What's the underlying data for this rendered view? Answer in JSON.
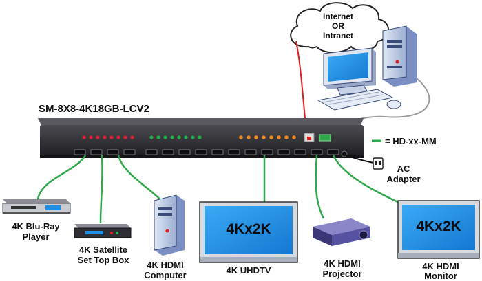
{
  "device": {
    "model": "SM-8X8-4K18GB-LCV2"
  },
  "cloud": {
    "line1": "Internet",
    "line2": "OR",
    "line3": "Intranet"
  },
  "legend": {
    "text": "= HD-xx-MM",
    "cable_color": "#2ea84a"
  },
  "ac": {
    "line1": "AC",
    "line2": "Adapter"
  },
  "sources": [
    {
      "line1": "4K Blu-Ray",
      "line2": "Player"
    },
    {
      "line1": "4K Satellite",
      "line2": "Set Top Box"
    },
    {
      "line1": "4K HDMI",
      "line2": "Computer"
    }
  ],
  "displays": [
    {
      "line1": "4K UHDTV",
      "screen": "4Kx2K"
    },
    {
      "line1": "4K HDMI",
      "line2": "Projector"
    },
    {
      "line1": "4K HDMI",
      "line2": "Monitor",
      "screen": "4Kx2K"
    }
  ],
  "colors": {
    "chassis": "#2a2a2e",
    "screen_blue": "#1e8fe6",
    "red_led": "#e0203a",
    "green_led": "#22b04a",
    "orange_led": "#f08a1c",
    "network_cable": "#e02020"
  }
}
